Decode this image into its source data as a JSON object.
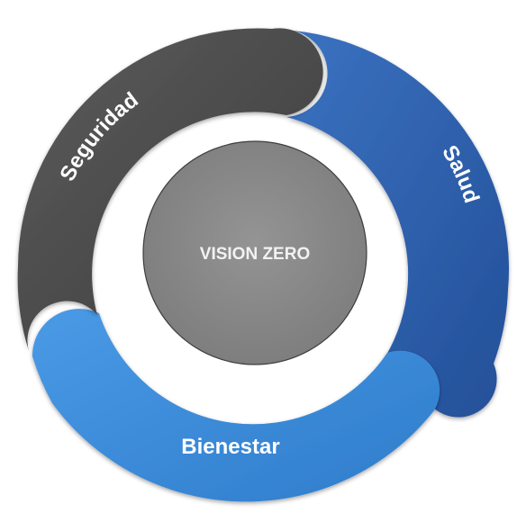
{
  "diagram": {
    "center": {
      "label": "VISION ZERO",
      "color": "#8a8a8a"
    },
    "segments": [
      {
        "id": "seguridad",
        "label": "Seguridad",
        "color": "#505050"
      },
      {
        "id": "salud",
        "label": "Salud",
        "color": "#2f62b0"
      },
      {
        "id": "bienestar",
        "label": "Bienestar",
        "color": "#3f8fde"
      }
    ]
  }
}
